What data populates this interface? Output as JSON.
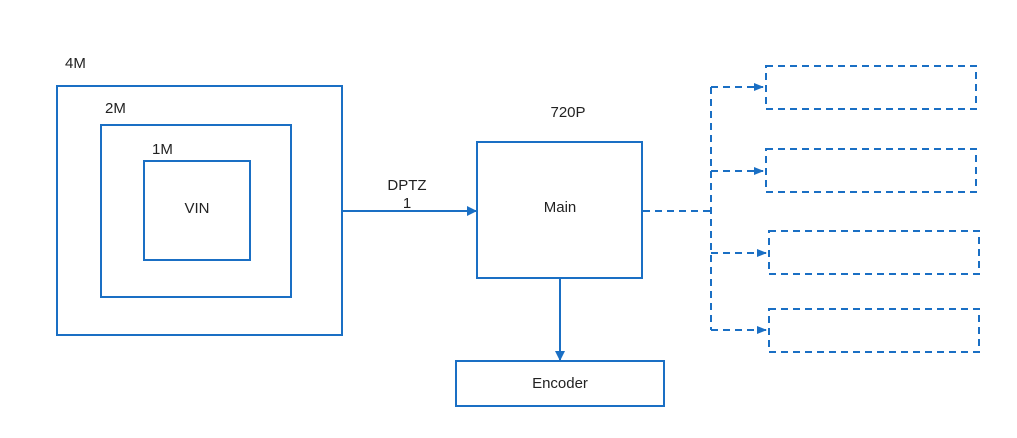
{
  "colors": {
    "line": "#1a6fc4",
    "text": "#222222",
    "background": "#ffffff"
  },
  "labels": {
    "outer_4m": "4M",
    "middle_2m": "2M",
    "inner_1m": "1M",
    "vin": "VIN",
    "dptz": "DPTZ",
    "dptz_index": "1",
    "resolution_720p": "720P",
    "main": "Main",
    "encoder": "Encoder"
  },
  "outputs": [
    {
      "label": ""
    },
    {
      "label": ""
    },
    {
      "label": ""
    },
    {
      "label": ""
    }
  ]
}
